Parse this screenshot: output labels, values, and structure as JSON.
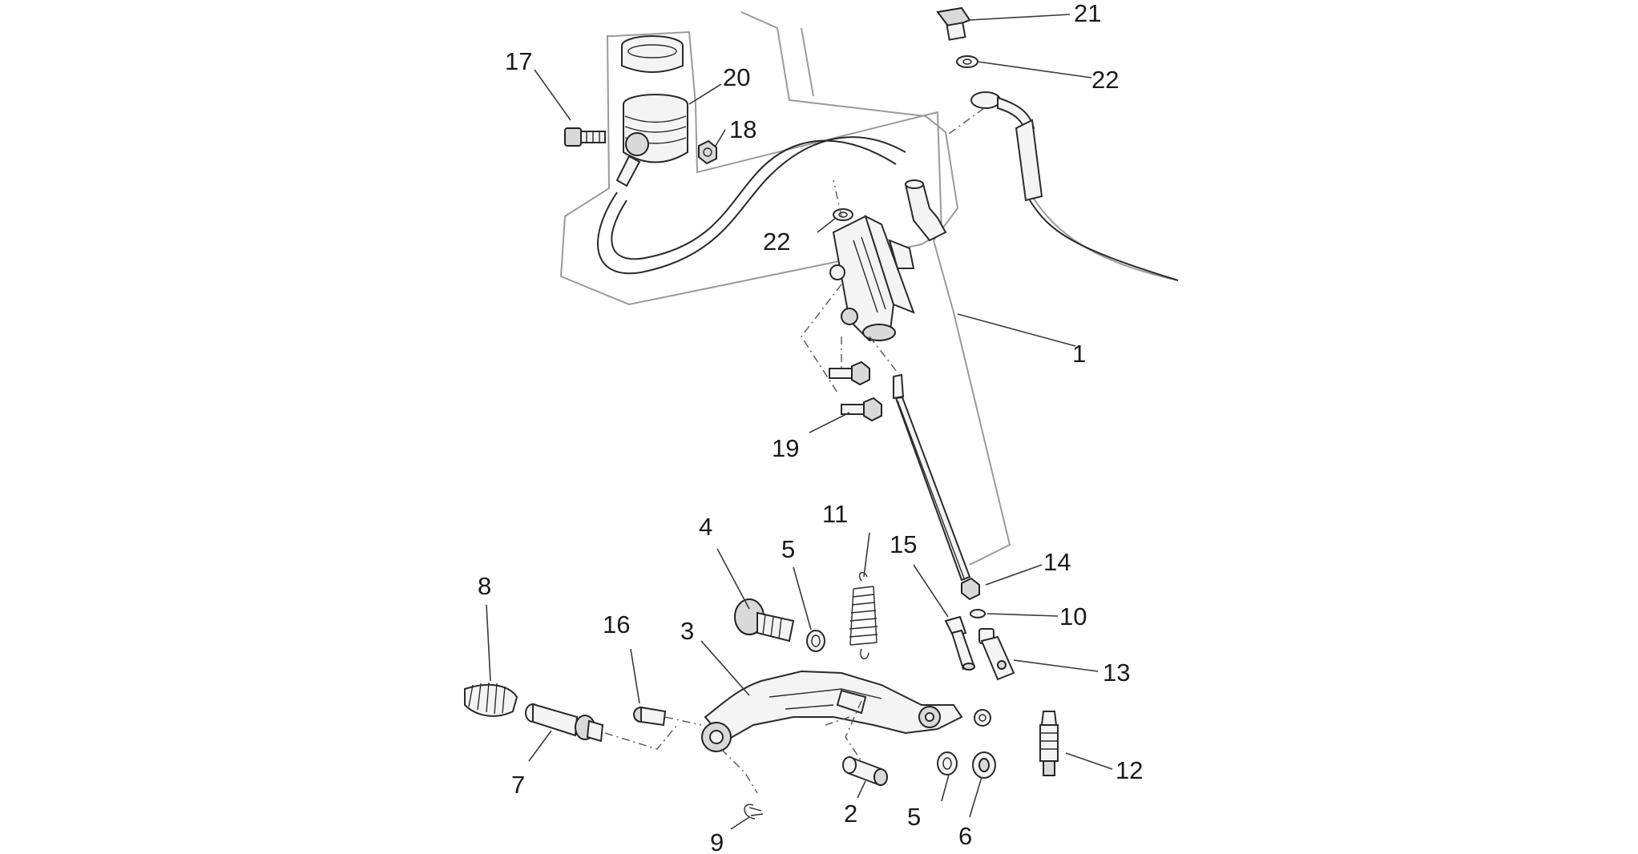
{
  "colors": {
    "background": "#ffffff",
    "line": "#2a2a2a",
    "outline": "#9a9a9a",
    "label": "#1a1a1a"
  },
  "callouts": [
    {
      "id": "1",
      "text": "1"
    },
    {
      "id": "2",
      "text": "2"
    },
    {
      "id": "3",
      "text": "3"
    },
    {
      "id": "4",
      "text": "4"
    },
    {
      "id": "5a",
      "text": "5"
    },
    {
      "id": "5b",
      "text": "5"
    },
    {
      "id": "6",
      "text": "6"
    },
    {
      "id": "7",
      "text": "7"
    },
    {
      "id": "8",
      "text": "8"
    },
    {
      "id": "9",
      "text": "9"
    },
    {
      "id": "10",
      "text": "10"
    },
    {
      "id": "11",
      "text": "11"
    },
    {
      "id": "12",
      "text": "12"
    },
    {
      "id": "13",
      "text": "13"
    },
    {
      "id": "14",
      "text": "14"
    },
    {
      "id": "15",
      "text": "15"
    },
    {
      "id": "16",
      "text": "16"
    },
    {
      "id": "17",
      "text": "17"
    },
    {
      "id": "18",
      "text": "18"
    },
    {
      "id": "19",
      "text": "19"
    },
    {
      "id": "20",
      "text": "20"
    },
    {
      "id": "21",
      "text": "21"
    },
    {
      "id": "22a",
      "text": "22"
    },
    {
      "id": "22b",
      "text": "22"
    }
  ]
}
